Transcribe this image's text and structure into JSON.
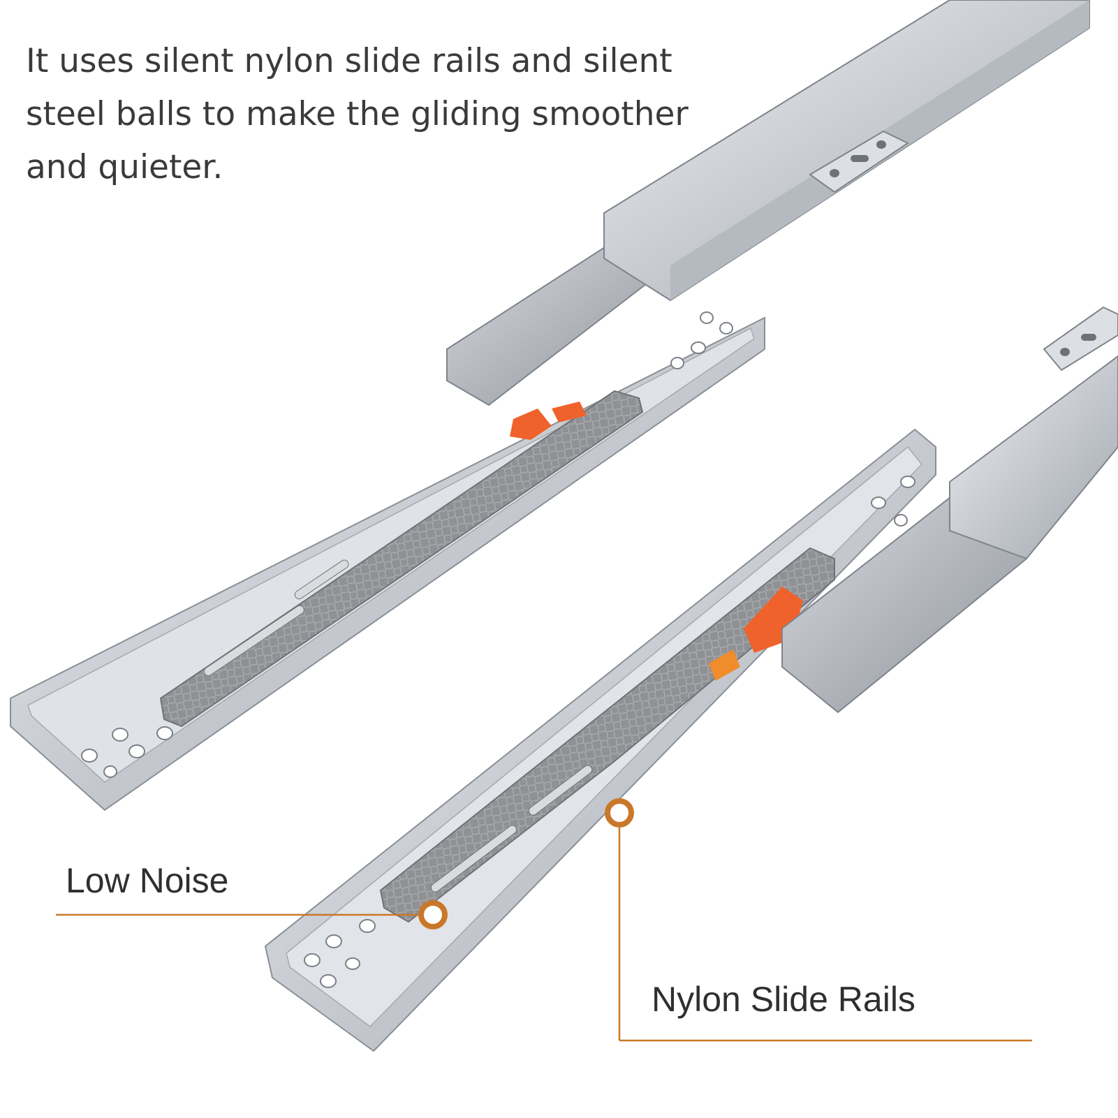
{
  "headline": {
    "lines": [
      "It uses silent nylon slide rails and silent",
      "steel balls to make the gliding smoother",
      "and quieter."
    ]
  },
  "callouts": [
    {
      "label": "Low Noise"
    },
    {
      "label": "Nylon Slide Rails"
    }
  ],
  "colors": {
    "accent": "#c9782a",
    "text": "#333333",
    "rail_steel": "#c9ccd1",
    "nylon_part": "#8d8f92",
    "catch": "#f0622b"
  }
}
